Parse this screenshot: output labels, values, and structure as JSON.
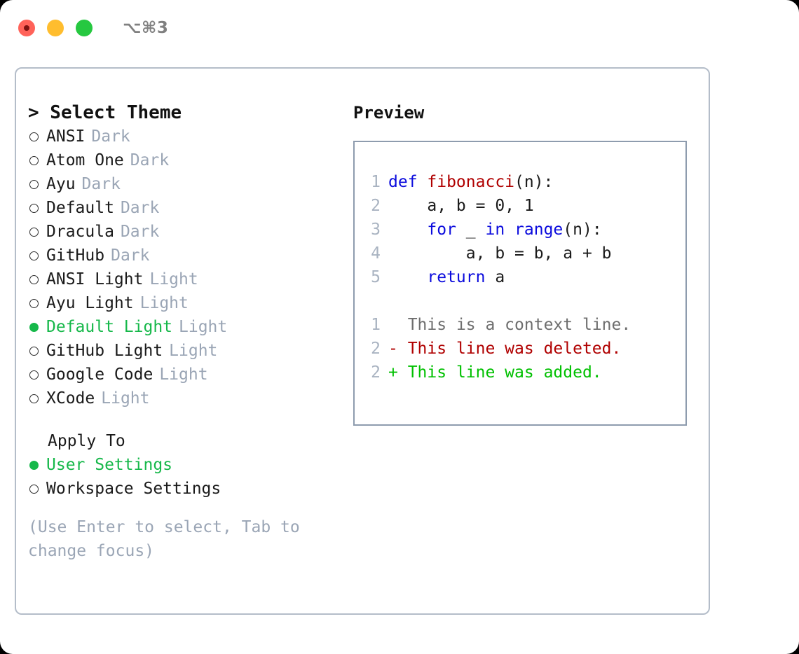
{
  "titlebar": {
    "lights": [
      {
        "name": "close-button",
        "color": "#ff6259"
      },
      {
        "name": "minimize-button",
        "color": "#ffbd2e"
      },
      {
        "name": "maximize-button",
        "color": "#26c840"
      }
    ],
    "shortcut": "⌥⌘3"
  },
  "colors": {
    "accent_green": "#16b84a",
    "muted": "#9aa5b5",
    "keyword_blue": "#0b0bdd",
    "function_red": "#b00000",
    "diff_add_green": "#00c000",
    "diff_del_red": "#b00000",
    "panel_border": "#b4bdc9",
    "preview_border": "#8e9cae"
  },
  "theme_panel": {
    "header": "> Select Theme",
    "items": [
      {
        "name": "ANSI",
        "variant": "Dark",
        "selected": false
      },
      {
        "name": "Atom One",
        "variant": "Dark",
        "selected": false
      },
      {
        "name": "Ayu",
        "variant": "Dark",
        "selected": false
      },
      {
        "name": "Default",
        "variant": "Dark",
        "selected": false
      },
      {
        "name": "Dracula",
        "variant": "Dark",
        "selected": false
      },
      {
        "name": "GitHub",
        "variant": "Dark",
        "selected": false
      },
      {
        "name": "ANSI Light",
        "variant": "Light",
        "selected": false
      },
      {
        "name": "Ayu Light",
        "variant": "Light",
        "selected": false
      },
      {
        "name": "Default Light",
        "variant": "Light",
        "selected": true
      },
      {
        "name": "GitHub Light",
        "variant": "Light",
        "selected": false
      },
      {
        "name": "Google Code",
        "variant": "Light",
        "selected": false
      },
      {
        "name": "XCode",
        "variant": "Light",
        "selected": false
      }
    ]
  },
  "apply_to": {
    "header": "Apply To",
    "items": [
      {
        "name": "User Settings",
        "selected": true
      },
      {
        "name": "Workspace Settings",
        "selected": false
      }
    ]
  },
  "hint": "(Use Enter to select, Tab to change focus)",
  "preview": {
    "title": "Preview",
    "code_lines": [
      {
        "no": "1",
        "tokens": [
          {
            "t": "def ",
            "c": "kw"
          },
          {
            "t": "fibonacci",
            "c": "fn"
          },
          {
            "t": "(n):",
            "c": "plain"
          }
        ]
      },
      {
        "no": "2",
        "tokens": [
          {
            "t": "    a, b = 0, 1",
            "c": "plain"
          }
        ]
      },
      {
        "no": "3",
        "tokens": [
          {
            "t": "    ",
            "c": "plain"
          },
          {
            "t": "for",
            "c": "kw"
          },
          {
            "t": " _ ",
            "c": "plain"
          },
          {
            "t": "in",
            "c": "kw"
          },
          {
            "t": " ",
            "c": "plain"
          },
          {
            "t": "range",
            "c": "kw"
          },
          {
            "t": "(n):",
            "c": "plain"
          }
        ]
      },
      {
        "no": "4",
        "tokens": [
          {
            "t": "        a, b = b, a + b",
            "c": "plain"
          }
        ]
      },
      {
        "no": "5",
        "tokens": [
          {
            "t": "    ",
            "c": "plain"
          },
          {
            "t": "return",
            "c": "kw"
          },
          {
            "t": " a",
            "c": "plain"
          }
        ]
      }
    ],
    "diff_lines": [
      {
        "no": "1",
        "marker": "  ",
        "text": "This is a context line.",
        "kind": "context"
      },
      {
        "no": "2",
        "marker": "- ",
        "text": "This line was deleted.",
        "kind": "del"
      },
      {
        "no": "2",
        "marker": "+ ",
        "text": "This line was added.",
        "kind": "add"
      }
    ]
  }
}
